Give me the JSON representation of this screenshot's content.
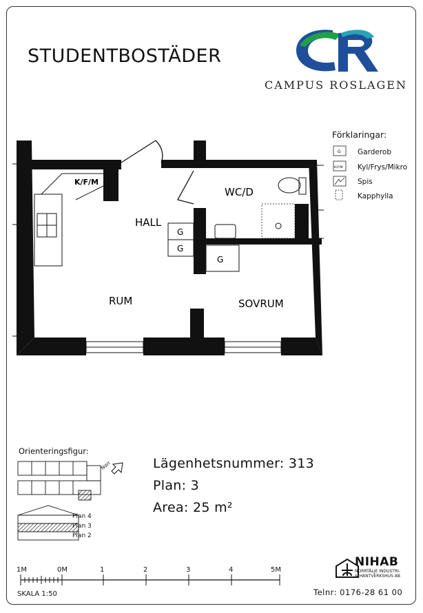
{
  "header": {
    "title": "STUDENTBOSTÄDER",
    "brand_name": "CAMPUS ROSLAGEN",
    "brand_colors": {
      "blue": "#1f4f9a",
      "green": "#21a04a",
      "teal": "#2aa3b8"
    }
  },
  "legend": {
    "title": "Förklaringar:",
    "items": [
      {
        "symbol": "G",
        "label": "Garderob"
      },
      {
        "symbol": "K/F/M",
        "label": "Kyl/Frys/Mikro"
      },
      {
        "symbol": "diagonal",
        "label": "Spis"
      },
      {
        "symbol": "dashed-box",
        "label": "Kapphylla"
      }
    ]
  },
  "plan": {
    "rooms": {
      "hall": "HALL",
      "wc": "WC/D",
      "rum": "RUM",
      "sovrum": "SOVRUM"
    },
    "markers": {
      "kfm": "K/F/M",
      "g": "G"
    }
  },
  "info": {
    "apartment": "Lägenhetsnummer: 313",
    "floor": "Plan: 3",
    "area": "Area: 25 m²"
  },
  "orientation": {
    "title": "Orienteringsfigur:",
    "north": "Norr",
    "levels": [
      "Plan 4",
      "Plan 3",
      "Plan 2"
    ]
  },
  "scale": {
    "ticks": [
      "1M",
      "0M",
      "1",
      "2",
      "3",
      "4",
      "5M"
    ],
    "label": "SKALA 1:50"
  },
  "footer": {
    "company": "NIHAB",
    "company_sub1": "NORRTÄLJE INDUSTRI-",
    "company_sub2": "& HANTVERKSHUS AB",
    "phone": "Telnr: 0176-28 61 00"
  }
}
